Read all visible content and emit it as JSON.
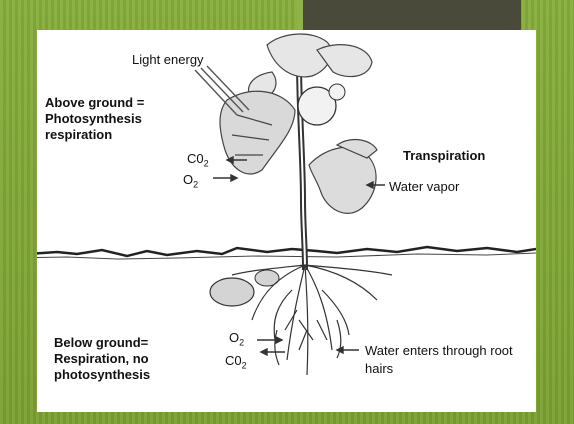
{
  "labels": {
    "light_energy": "Light energy",
    "above_line1": "Above ground =",
    "above_line2": "Photosynthesis",
    "above_line3": "respiration",
    "co2_top": "C0",
    "co2_top_sub": "2",
    "o2_top": "O",
    "o2_top_sub": "2",
    "transpiration": "Transpiration",
    "water_vapor": "Water vapor",
    "below_line1": "Below ground=",
    "below_line2": "Respiration, no",
    "below_line3": "photosynthesis",
    "o2_bottom": "O",
    "o2_bottom_sub": "2",
    "co2_bottom": "C0",
    "co2_bottom_sub": "2",
    "water_enters_line1": "Water enters through root",
    "water_enters_line2": "hairs"
  },
  "colors": {
    "background_green": "#7ea633",
    "tab_dark": "#4a4a3a",
    "slide_white": "#ffffff"
  }
}
